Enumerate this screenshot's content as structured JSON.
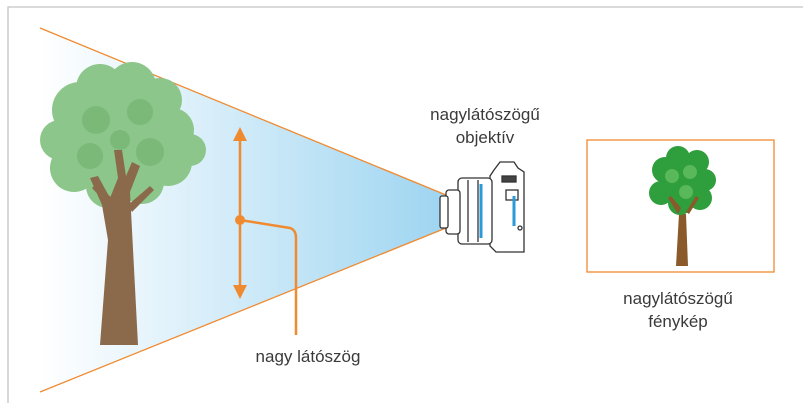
{
  "labels": {
    "lens_line1": "nagylátószögű",
    "lens_line2": "objektív",
    "photo_line1": "nagylátószögű",
    "photo_line2": "fénykép",
    "angle": "nagy látószög"
  },
  "colors": {
    "accent_orange": "#f08a30",
    "view_cone_light": "#e6f4fc",
    "view_cone_dark": "#9fd6f2",
    "frame_border": "#bfbfbf",
    "tree_trunk": "#8b6a4c",
    "tree_foliage": "#8cc68a",
    "photo_foliage": "#2f9e3c",
    "camera_lens_blue": "#2a9ad8"
  },
  "icons": {
    "subject": "tree-icon",
    "device": "camera-icon",
    "result": "photo-tree-icon"
  }
}
